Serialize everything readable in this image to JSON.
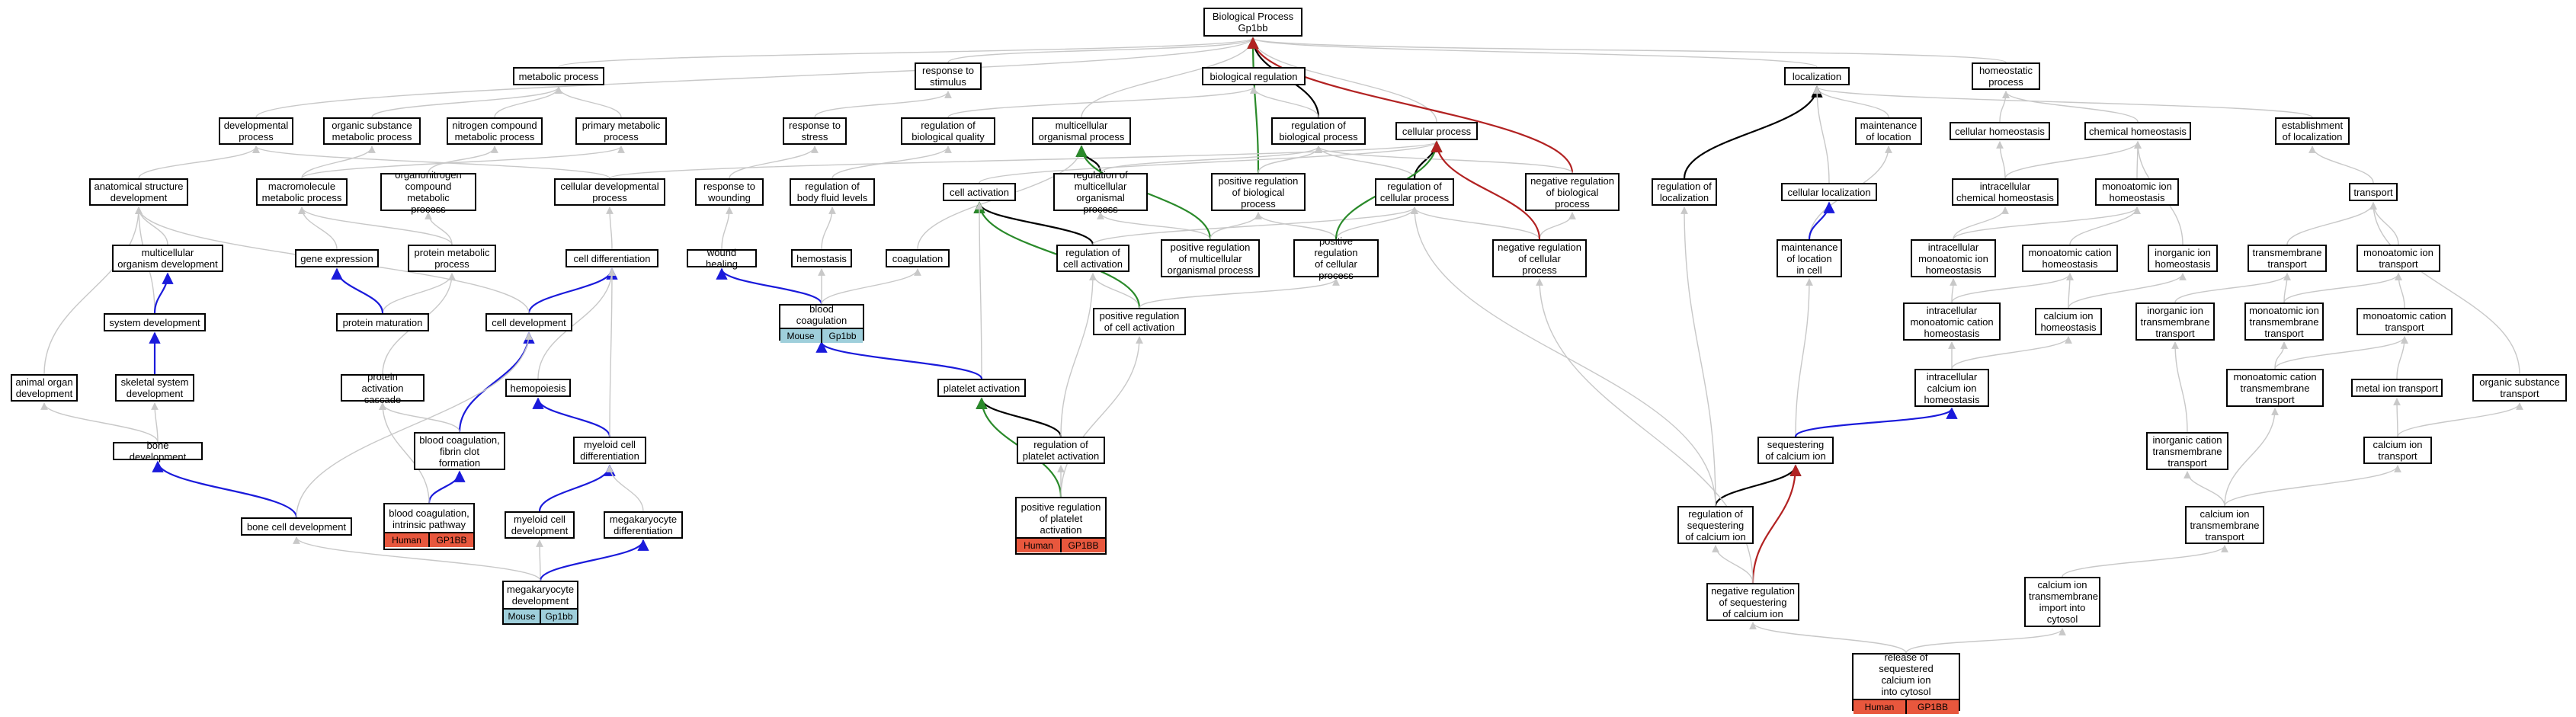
{
  "graph": {
    "root": {
      "label": "Biological Process\nGp1bb"
    },
    "colors": {
      "is_a": "#c8c8c8",
      "regulates": "#000000",
      "positively_regulates": "#2a8a2a",
      "negatively_regulates": "#b22222",
      "part_of": "#1a1adb",
      "human_badge": "#e8573d",
      "mouse_badge": "#9fcfdb"
    },
    "nodes": {
      "root": {
        "label": "Biological Process\nGp1bb"
      },
      "metabolic": {
        "label": "metabolic process"
      },
      "resp_stim": {
        "label": "response to\nstimulus"
      },
      "bio_reg": {
        "label": "biological regulation"
      },
      "localization": {
        "label": "localization"
      },
      "homeostatic": {
        "label": "homeostatic\nprocess"
      },
      "developmental": {
        "label": "developmental\nprocess"
      },
      "org_sub_met": {
        "label": "organic substance\nmetabolic process"
      },
      "nitrogen_met": {
        "label": "nitrogen compound\nmetabolic process"
      },
      "primary_met": {
        "label": "primary metabolic\nprocess"
      },
      "resp_stress": {
        "label": "response to\nstress"
      },
      "reg_bio_qual": {
        "label": "regulation of\nbiological quality"
      },
      "multicell": {
        "label": "multicellular\norganismal process"
      },
      "reg_bio_proc": {
        "label": "regulation of\nbiological process"
      },
      "cellular_proc": {
        "label": "cellular process"
      },
      "maint_loc": {
        "label": "maintenance\nof location"
      },
      "cell_homeo": {
        "label": "cellular homeostasis"
      },
      "chem_homeo": {
        "label": "chemical homeostasis"
      },
      "estab_loc": {
        "label": "establishment\nof localization"
      },
      "anat_dev": {
        "label": "anatomical structure\ndevelopment"
      },
      "macromol": {
        "label": "macromolecule\nmetabolic process"
      },
      "organonitro": {
        "label": "organonitrogen\ncompound metabolic\nprocess"
      },
      "cell_dev_proc": {
        "label": "cellular developmental\nprocess"
      },
      "resp_wound": {
        "label": "response to\nwounding"
      },
      "reg_body_fluid": {
        "label": "regulation of\nbody fluid levels"
      },
      "reg_multicell": {
        "label": "regulation of\nmulticellular\norganismal process"
      },
      "pos_reg_bio": {
        "label": "positive regulation\nof biological\nprocess"
      },
      "reg_cell_proc": {
        "label": "regulation of\ncellular process"
      },
      "neg_reg_bio": {
        "label": "negative regulation\nof biological\nprocess"
      },
      "reg_local": {
        "label": "regulation of\nlocalization"
      },
      "cell_local": {
        "label": "cellular localization"
      },
      "intra_chem_homeo": {
        "label": "intracellular\nchemical homeostasis"
      },
      "mono_ion_homeo": {
        "label": "monoatomic ion\nhomeostasis"
      },
      "transport": {
        "label": "transport"
      },
      "multi_org_dev": {
        "label": "multicellular\norganism development"
      },
      "gene_expr": {
        "label": "gene expression"
      },
      "protein_met": {
        "label": "protein metabolic\nprocess"
      },
      "cell_diff": {
        "label": "cell differentiation"
      },
      "wound_heal": {
        "label": "wound healing"
      },
      "hemostasis": {
        "label": "hemostasis"
      },
      "coagulation": {
        "label": "coagulation"
      },
      "cell_activation": {
        "label": "cell activation"
      },
      "reg_cell_act": {
        "label": "regulation of\ncell activation"
      },
      "pos_reg_multi": {
        "label": "positive regulation\nof multicellular\norganismal process"
      },
      "pos_reg_cell": {
        "label": "positive regulation\nof cellular\nprocess"
      },
      "neg_reg_cell": {
        "label": "negative regulation\nof cellular\nprocess"
      },
      "maint_loc_cell": {
        "label": "maintenance\nof location\nin cell"
      },
      "intra_mono_ion": {
        "label": "intracellular\nmonoatomic ion\nhomeostasis"
      },
      "mono_cat_homeo": {
        "label": "monoatomic cation\nhomeostasis"
      },
      "inorg_ion_homeo": {
        "label": "inorganic ion\nhomeostasis"
      },
      "transmem_trans": {
        "label": "transmembrane\ntransport"
      },
      "mono_ion_trans": {
        "label": "monoatomic ion\ntransport"
      },
      "system_dev": {
        "label": "system development"
      },
      "protein_mat": {
        "label": "protein maturation"
      },
      "cell_development": {
        "label": "cell development"
      },
      "blood_coag": {
        "label": "blood coagulation",
        "annot": [
          "Mouse",
          "Gp1bb"
        ],
        "species": "mouse"
      },
      "pos_reg_cell_act": {
        "label": "positive regulation\nof cell activation"
      },
      "intra_mono_cat": {
        "label": "intracellular\nmonoatomic cation\nhomeostasis"
      },
      "calcium_homeo": {
        "label": "calcium ion\nhomeostasis"
      },
      "inorg_ion_trans": {
        "label": "inorganic ion\ntransmembrane\ntransport"
      },
      "mono_ion_transmem": {
        "label": "monoatomic ion\ntransmembrane\ntransport"
      },
      "mono_cat_trans": {
        "label": "monoatomic cation\ntransport"
      },
      "animal_organ": {
        "label": "animal organ\ndevelopment"
      },
      "skeletal": {
        "label": "skeletal system\ndevelopment"
      },
      "prot_act_casc": {
        "label": "protein activation\ncascade"
      },
      "hemopoiesis": {
        "label": "hemopoiesis"
      },
      "platelet_act": {
        "label": "platelet activation"
      },
      "intra_calcium": {
        "label": "intracellular\ncalcium ion\nhomeostasis"
      },
      "mono_cat_transmem": {
        "label": "monoatomic cation\ntransmembrane\ntransport"
      },
      "metal_ion_trans": {
        "label": "metal ion transport"
      },
      "org_sub_trans": {
        "label": "organic substance\ntransport"
      },
      "bone_dev": {
        "label": "bone development"
      },
      "fibrin_clot": {
        "label": "blood coagulation,\nfibrin clot\nformation"
      },
      "myeloid_diff": {
        "label": "myeloid cell\ndifferentiation"
      },
      "reg_platelet": {
        "label": "regulation of\nplatelet activation"
      },
      "seq_calcium": {
        "label": "sequestering\nof calcium ion"
      },
      "inorg_cat_trans": {
        "label": "inorganic cation\ntransmembrane\ntransport"
      },
      "calcium_trans": {
        "label": "calcium ion\ntransport"
      },
      "intrinsic": {
        "label": "blood coagulation,\nintrinsic pathway",
        "annot": [
          "Human",
          "GP1BB"
        ],
        "species": "human"
      },
      "myeloid_dev": {
        "label": "myeloid cell\ndevelopment"
      },
      "mk_diff": {
        "label": "megakaryocyte\ndifferentiation"
      },
      "pos_reg_platelet": {
        "label": "positive regulation\nof platelet\nactivation",
        "annot": [
          "Human",
          "GP1BB"
        ],
        "species": "human"
      },
      "bone_cell_dev": {
        "label": "bone cell development"
      },
      "reg_seq_calcium": {
        "label": "regulation of\nsequestering\nof calcium ion"
      },
      "calcium_transmem": {
        "label": "calcium ion\ntransmembrane\ntransport"
      },
      "mk_dev": {
        "label": "megakaryocyte\ndevelopment",
        "annot": [
          "Mouse",
          "Gp1bb"
        ],
        "species": "mouse"
      },
      "neg_reg_seq": {
        "label": "negative regulation\nof sequestering\nof calcium ion"
      },
      "calcium_import": {
        "label": "calcium ion\ntransmembrane\nimport into\ncytosol"
      },
      "release_seq": {
        "label": "release of sequestered\ncalcium ion\ninto cytosol",
        "annot": [
          "Human",
          "GP1BB"
        ],
        "species": "human"
      }
    }
  }
}
